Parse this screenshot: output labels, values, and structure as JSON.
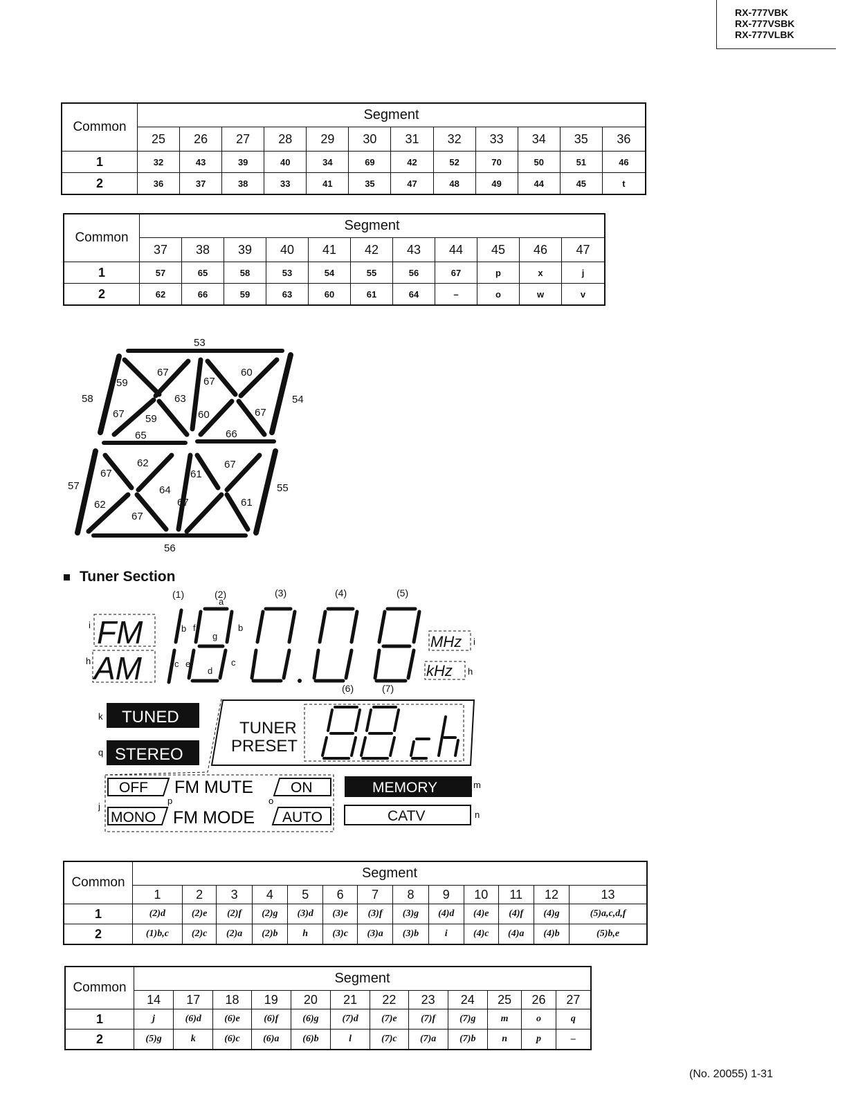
{
  "header": {
    "models": [
      "RX-777VBK",
      "RX-777VSBK",
      "RX-777VLBK"
    ]
  },
  "table1": {
    "common_label": "Common",
    "segment_label": "Segment",
    "columns": [
      "25",
      "26",
      "27",
      "28",
      "29",
      "30",
      "31",
      "32",
      "33",
      "34",
      "35",
      "36"
    ],
    "rows": [
      {
        "label": "1",
        "cells": [
          "32",
          "43",
          "39",
          "40",
          "34",
          "69",
          "42",
          "52",
          "70",
          "50",
          "51",
          "46"
        ]
      },
      {
        "label": "2",
        "cells": [
          "36",
          "37",
          "38",
          "33",
          "41",
          "35",
          "47",
          "48",
          "49",
          "44",
          "45",
          "t"
        ]
      }
    ]
  },
  "table2": {
    "common_label": "Common",
    "segment_label": "Segment",
    "columns": [
      "37",
      "38",
      "39",
      "40",
      "41",
      "42",
      "43",
      "44",
      "45",
      "46",
      "47"
    ],
    "rows": [
      {
        "label": "1",
        "cells": [
          "57",
          "65",
          "58",
          "53",
          "54",
          "55",
          "56",
          "67",
          "p",
          "x",
          "j"
        ]
      },
      {
        "label": "2",
        "cells": [
          "62",
          "66",
          "59",
          "63",
          "60",
          "61",
          "64",
          "–",
          "o",
          "w",
          "v"
        ]
      }
    ]
  },
  "char_diagram": {
    "labels": {
      "top": "53",
      "bottom": "56",
      "left_upper": "58",
      "right_upper": "54",
      "left_lower": "57",
      "right_lower": "55",
      "mid_left": "65",
      "mid_right": "66",
      "upper_inner": [
        "59",
        "67",
        "67",
        "60",
        "63",
        "67",
        "59",
        "60",
        "67"
      ],
      "lower_inner": [
        "67",
        "62",
        "61",
        "67",
        "64",
        "62",
        "67",
        "67",
        "61"
      ]
    }
  },
  "tuner": {
    "title": "Tuner Section",
    "digit_labels": [
      "(1)",
      "(2)",
      "(3)",
      "(4)",
      "(5)",
      "(6)",
      "(7)"
    ],
    "seg_letters": {
      "a": "a",
      "b": "b",
      "c": "c",
      "d": "d",
      "e": "e",
      "f": "f",
      "g": "g",
      "h": "h",
      "i": "i",
      "j": "j",
      "k": "k",
      "m": "m",
      "n": "n",
      "o": "o",
      "p": "p",
      "q": "q"
    },
    "fm": "FM",
    "am": "AM",
    "mhz": "MHz",
    "khz": "kHz",
    "tuned": "TUNED",
    "stereo": "STEREO",
    "tuner": "TUNER",
    "preset": "PRESET",
    "off": "OFF",
    "fm_mute": "FM MUTE",
    "on": "ON",
    "mono": "MONO",
    "fm_mode": "FM MODE",
    "auto": "AUTO",
    "memory": "MEMORY",
    "catv": "CATV"
  },
  "table3": {
    "common_label": "Common",
    "segment_label": "Segment",
    "columns": [
      "1",
      "2",
      "3",
      "4",
      "5",
      "6",
      "7",
      "8",
      "9",
      "10",
      "11",
      "12",
      "13"
    ],
    "rows": [
      {
        "label": "1",
        "cells": [
          "(2)d",
          "(2)e",
          "(2)f",
          "(2)g",
          "(3)d",
          "(3)e",
          "(3)f",
          "(3)g",
          "(4)d",
          "(4)e",
          "(4)f",
          "(4)g",
          "(5)a,c,d,f"
        ]
      },
      {
        "label": "2",
        "cells": [
          "(1)b,c",
          "(2)c",
          "(2)a",
          "(2)b",
          "h",
          "(3)c",
          "(3)a",
          "(3)b",
          "i",
          "(4)c",
          "(4)a",
          "(4)b",
          "(5)b,e"
        ]
      }
    ]
  },
  "table4": {
    "common_label": "Common",
    "segment_label": "Segment",
    "columns": [
      "14",
      "17",
      "18",
      "19",
      "20",
      "21",
      "22",
      "23",
      "24",
      "25",
      "26",
      "27"
    ],
    "rows": [
      {
        "label": "1",
        "cells": [
          "j",
          "(6)d",
          "(6)e",
          "(6)f",
          "(6)g",
          "(7)d",
          "(7)e",
          "(7)f",
          "(7)g",
          "m",
          "o",
          "q"
        ]
      },
      {
        "label": "2",
        "cells": [
          "(5)g",
          "k",
          "(6)c",
          "(6)a",
          "(6)b",
          "l",
          "(7)c",
          "(7)a",
          "(7)b",
          "n",
          "p",
          "–"
        ]
      }
    ]
  },
  "footer": {
    "page_ref": "(No. 20055) 1-31"
  }
}
